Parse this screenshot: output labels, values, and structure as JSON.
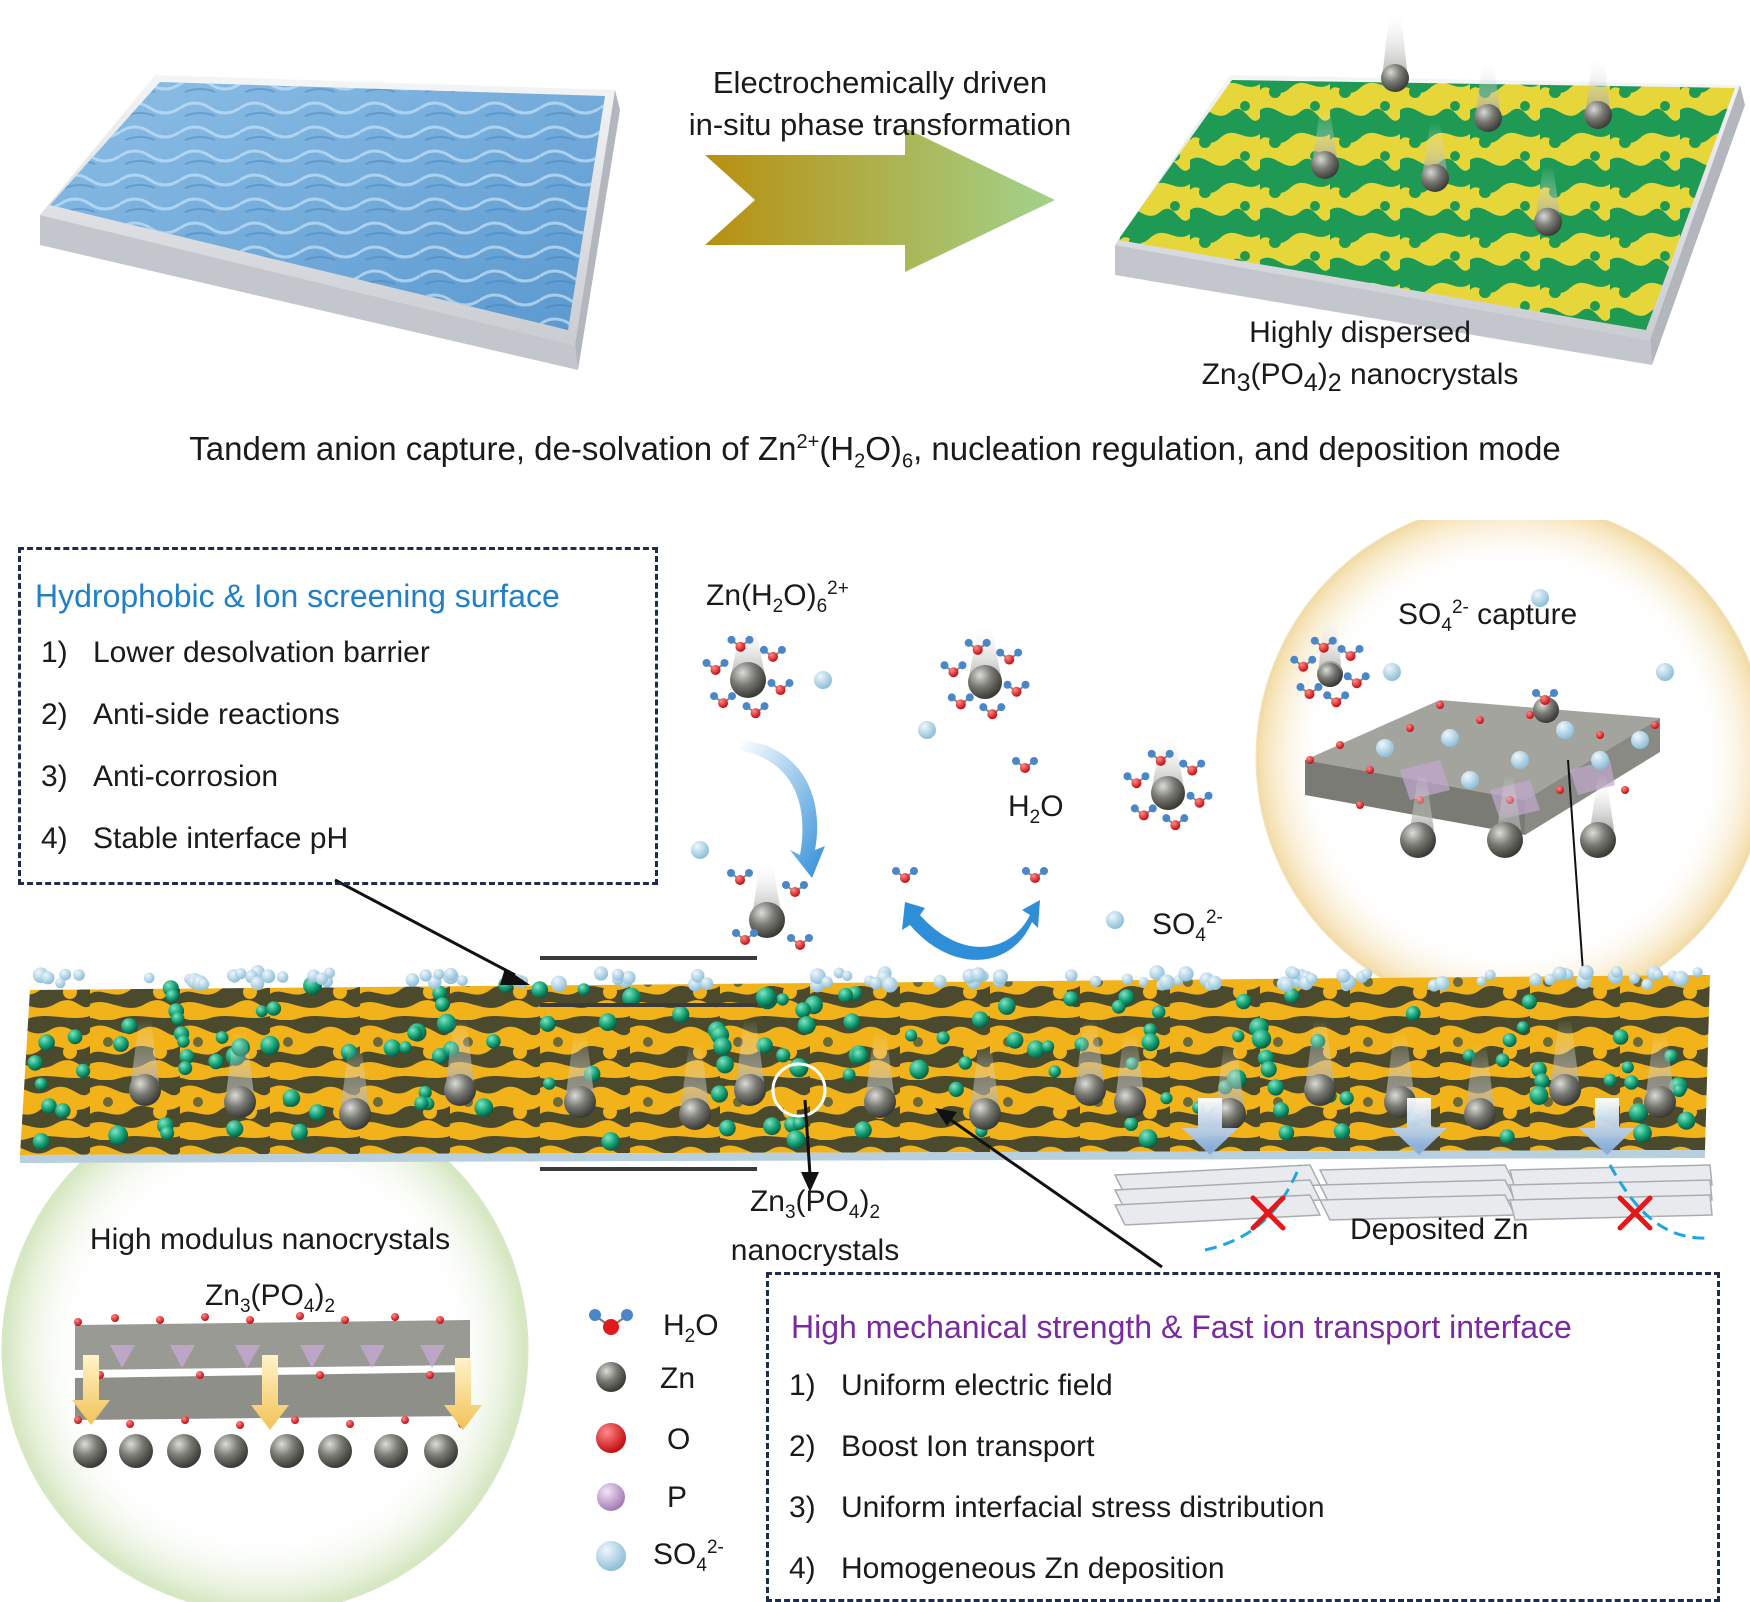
{
  "arrow_label": {
    "line1": "Electrochemically driven",
    "line2": "in-situ phase transformation"
  },
  "product_label": {
    "line1": "Highly dispersed",
    "line2_base": "Zn",
    "line2_sub1": "3",
    "line2_mid": "(PO",
    "line2_sub2": "4",
    "line2_end1": ")",
    "line2_sub3": "2",
    "line2_end2": " nanocrystals"
  },
  "subtitle": {
    "a": "Tandem anion capture, de-solvation of Zn",
    "sup": "2+",
    "b": "(H",
    "sub1": "2",
    "c": "O)",
    "sub2": "6",
    "d": ", nucleation regulation, and deposition mode"
  },
  "box_left": {
    "title": "Hydrophobic & Ion screening surface",
    "items": [
      {
        "num": "1)",
        "text": "Lower desolvation barrier"
      },
      {
        "num": "2)",
        "text": "Anti-side reactions"
      },
      {
        "num": "3)",
        "text": "Anti-corrosion"
      },
      {
        "num": "4)",
        "text": "Stable interface pH"
      }
    ]
  },
  "box_right": {
    "title": "High mechanical strength & Fast ion transport interface",
    "items": [
      {
        "num": "1)",
        "text": "Uniform electric field"
      },
      {
        "num": "2)",
        "text": "Boost Ion transport"
      },
      {
        "num": "3)",
        "text": "Uniform interfacial stress distribution"
      },
      {
        "num": "4)",
        "text": "Homogeneous Zn deposition"
      }
    ]
  },
  "labels": {
    "zn_hydrate": {
      "base": "Zn(H",
      "sub": "2",
      "mid": "O)",
      "sub2": "6",
      "sup": "2+"
    },
    "h2o": {
      "base": "H",
      "sub": "2",
      "end": "O"
    },
    "so4": {
      "base": "SO",
      "sub": "4",
      "sup": "2-"
    },
    "so4_capture": {
      "base": "SO",
      "sub": "4",
      "sup": "2-",
      "end": " capture"
    },
    "nanocrystals_left": {
      "base": "Zn",
      "sub1": "3",
      "mid": "(PO",
      "sub2": "4",
      "end": ")",
      "sub3": "2",
      "line2": "nanocrystals"
    },
    "deposited_zn": "Deposited Zn",
    "high_modulus": "High modulus nanocrystals",
    "high_modulus_formula": {
      "base": "Zn",
      "sub1": "3",
      "mid": "(PO",
      "sub2": "4",
      "end": ")",
      "sub3": "2"
    }
  },
  "legend": [
    {
      "label_base": "H",
      "label_sub": "2",
      "label_end": "O",
      "icon": "h2o-molecule-icon"
    },
    {
      "label_base": "Zn",
      "icon": "zn-atom-icon",
      "color": "#6b6b66"
    },
    {
      "label_base": "O",
      "icon": "o-atom-icon",
      "color": "#e0191b"
    },
    {
      "label_base": "P",
      "icon": "p-atom-icon",
      "color": "#b48fbf"
    },
    {
      "label_base": "SO",
      "label_sub": "4",
      "label_sup": "2-",
      "icon": "so4-ion-icon",
      "color": "#a8cfe2"
    }
  ],
  "colors": {
    "dash_border": "#1f2d4d",
    "title_blue": "#1f7fc7",
    "title_purple": "#7a2aa0",
    "layer_yellow": "#f2b21a",
    "layer_green": "#13a074",
    "layer_dark": "#4a4a2a",
    "arrow_start": "#b8900f",
    "arrow_end": "#9ecf86"
  }
}
